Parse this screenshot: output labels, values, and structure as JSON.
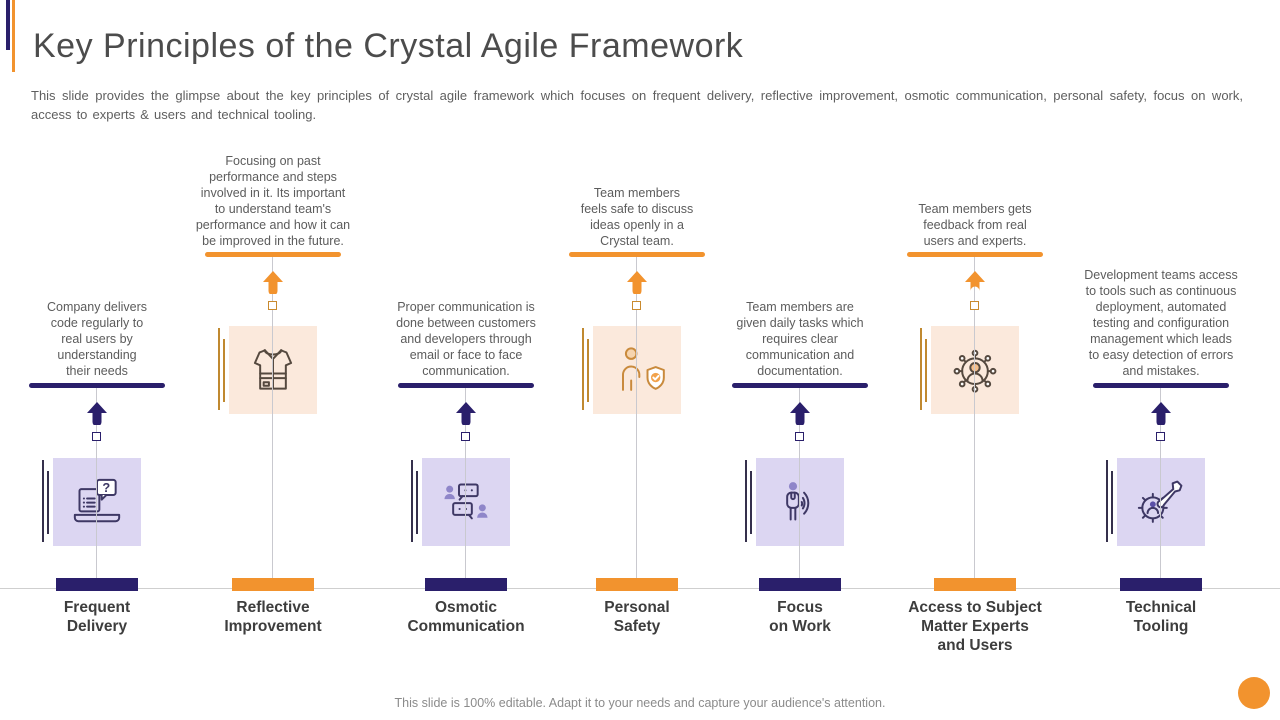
{
  "slide": {
    "title": "Key Principles of the Crystal Agile Framework",
    "subtitle": "This slide provides the glimpse about the key principles of crystal agile framework which focuses on frequent delivery, reflective improvement, osmotic communication, personal safety, focus on work, access to experts & users and technical tooling.",
    "footer": "This slide is 100% editable. Adapt it to your needs and capture your audience's attention."
  },
  "colors": {
    "navy": "#2A1F6B",
    "orange": "#F2932E",
    "lavender_box": "#DCD6F2",
    "peach_box": "#FBE9DC"
  },
  "principles": [
    {
      "label": "Frequent\nDelivery",
      "desc": "Company delivers\ncode regularly to\nreal users by\nunderstanding\ntheir needs",
      "icon": "laptop-question-icon",
      "theme": "navy"
    },
    {
      "label": "Reflective\nImprovement",
      "desc": "Focusing on past\nperformance and steps\ninvolved in it. Its important\nto understand team's\nperformance and how it can\nbe improved in the future.",
      "icon": "safety-vest-icon",
      "theme": "orange"
    },
    {
      "label": "Osmotic\nCommunication",
      "desc": "Proper communication is\ndone between customers\nand developers through\nemail or face to face\ncommunication.",
      "icon": "chat-bubbles-icon",
      "theme": "navy"
    },
    {
      "label": "Personal\nSafety",
      "desc": "Team members\nfeels safe to discuss\nideas openly in a\nCrystal team.",
      "icon": "person-shield-icon",
      "theme": "orange"
    },
    {
      "label": "Focus\non Work",
      "desc": "Team members are\ngiven daily tasks which\nrequires clear\ncommunication and\ndocumentation.",
      "icon": "person-focus-icon",
      "theme": "navy"
    },
    {
      "label": "Access to Subject\nMatter Experts\nand Users",
      "desc": "Team members gets\nfeedback from real\nusers and experts.",
      "icon": "user-network-icon",
      "theme": "orange"
    },
    {
      "label": "Technical\nTooling",
      "desc": "Development teams access\nto tools such as continuous\ndeployment, automated\ntesting and configuration\nmanagement which leads\nto easy detection of errors\nand mistakes.",
      "icon": "gear-wrench-icon",
      "theme": "navy"
    }
  ]
}
